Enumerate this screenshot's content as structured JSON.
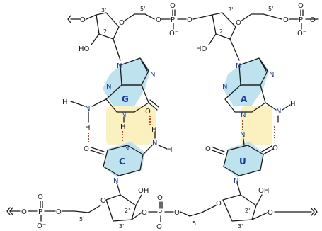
{
  "atoms": {
    "O": "O",
    "O_minus": "O⁻",
    "P": "P",
    "N": "N",
    "H": "H",
    "HO": "HO",
    "OH": "OH"
  },
  "positions": {
    "p3": "3'",
    "p2": "2'",
    "p5": "5'"
  },
  "bases": {
    "G": "G",
    "C": "C",
    "A": "A",
    "U": "U"
  },
  "colors": {
    "purine_fill": "#bfe2ef",
    "pyrimidine_fill": "#bfe2ef",
    "pair_fill": "#fbf1c0",
    "hbond": "#d43a2a",
    "nitrogen": "#1a3a9a"
  }
}
